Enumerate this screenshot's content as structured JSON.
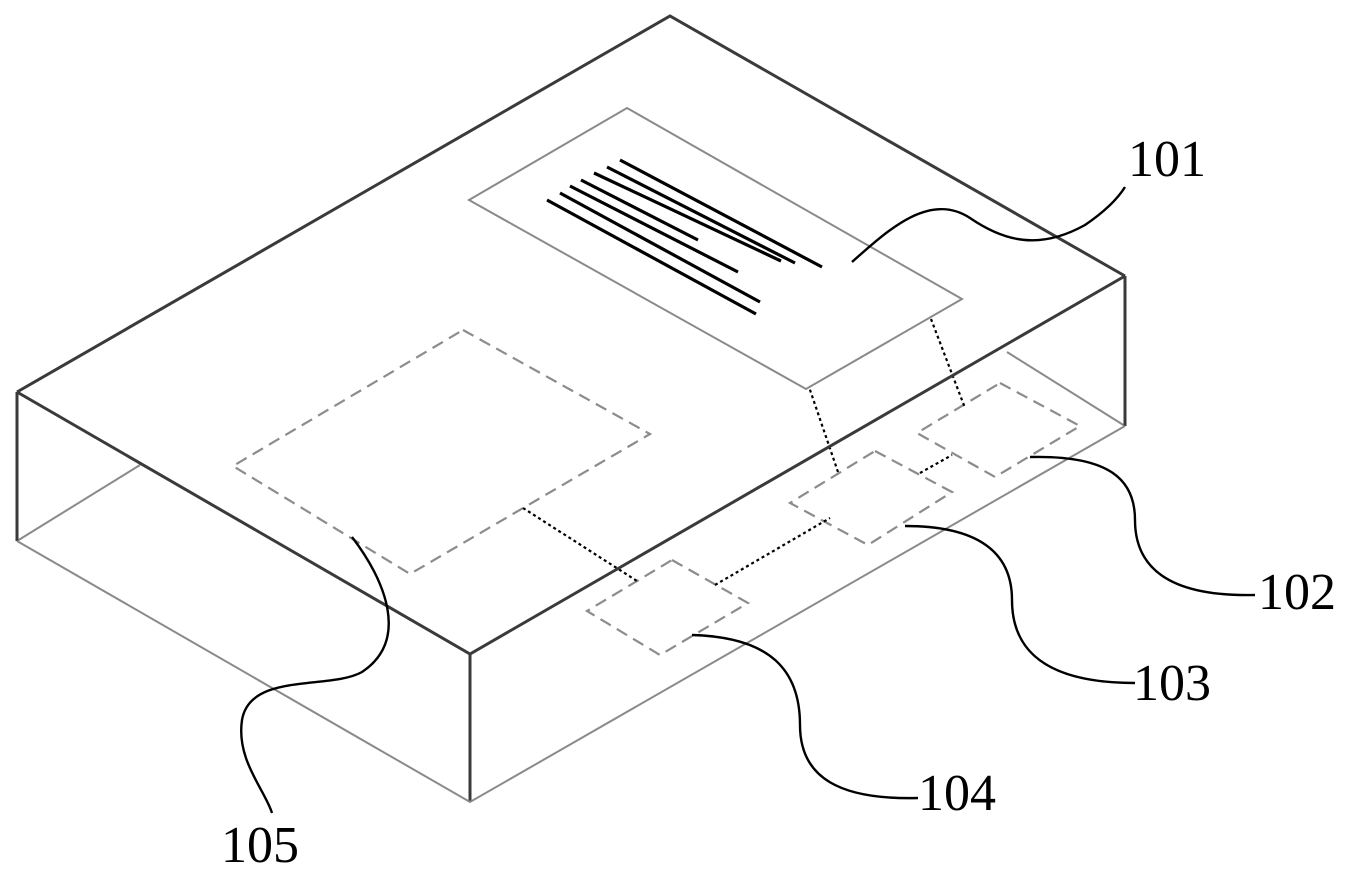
{
  "diagram": {
    "labels": {
      "label_101": "101",
      "label_102": "102",
      "label_103": "103",
      "label_104": "104",
      "label_105": "105"
    }
  }
}
